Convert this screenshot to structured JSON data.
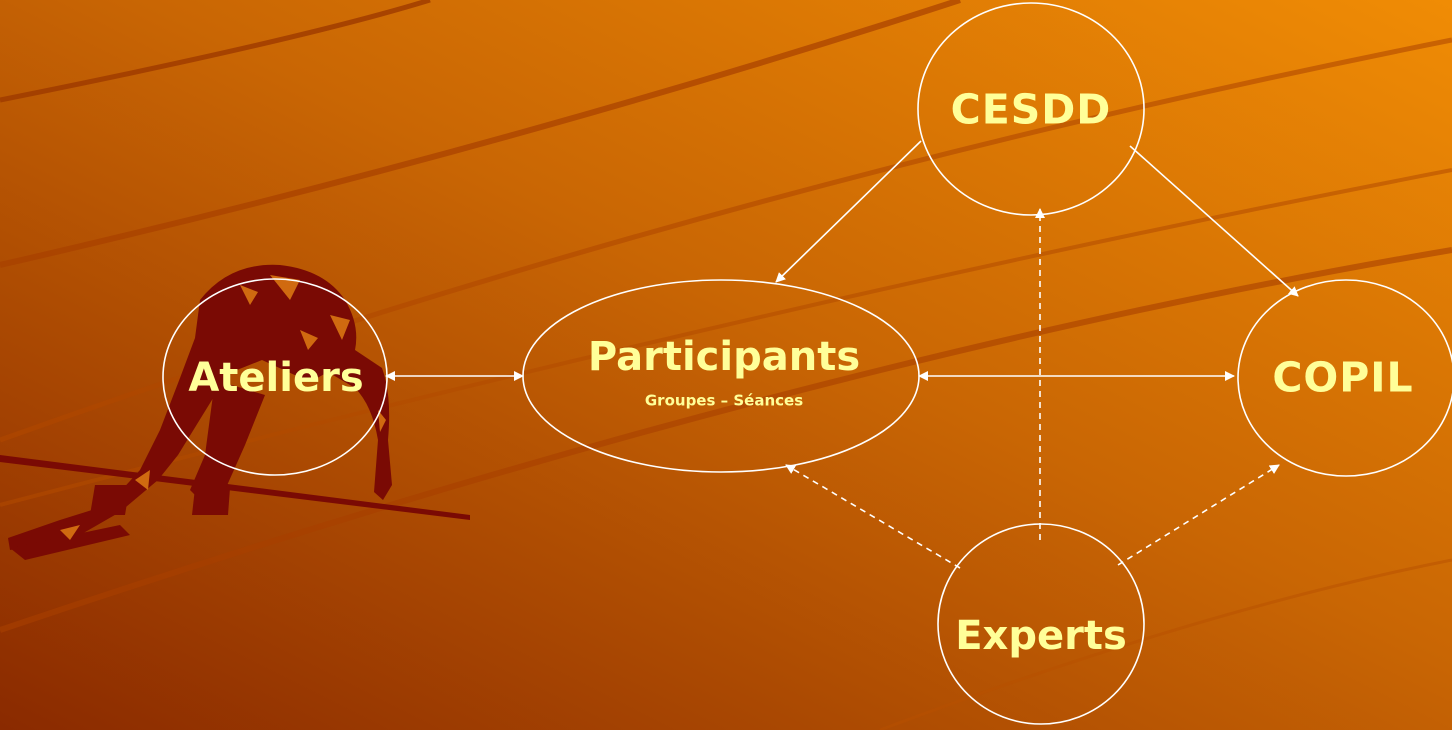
{
  "nodes": {
    "cesdd": "CESDD",
    "ateliers": "Ateliers",
    "participants": "Participants",
    "participants_sub": "Groupes – Séances",
    "copil": "COPIL",
    "experts": "Experts"
  },
  "colors": {
    "text": "#ffff99",
    "stroke": "#ffffff",
    "bg_dark": "#8a2a00",
    "bg_light": "#ee8a05",
    "runner": "#7a0a04"
  },
  "decoration": "runner-silhouette"
}
